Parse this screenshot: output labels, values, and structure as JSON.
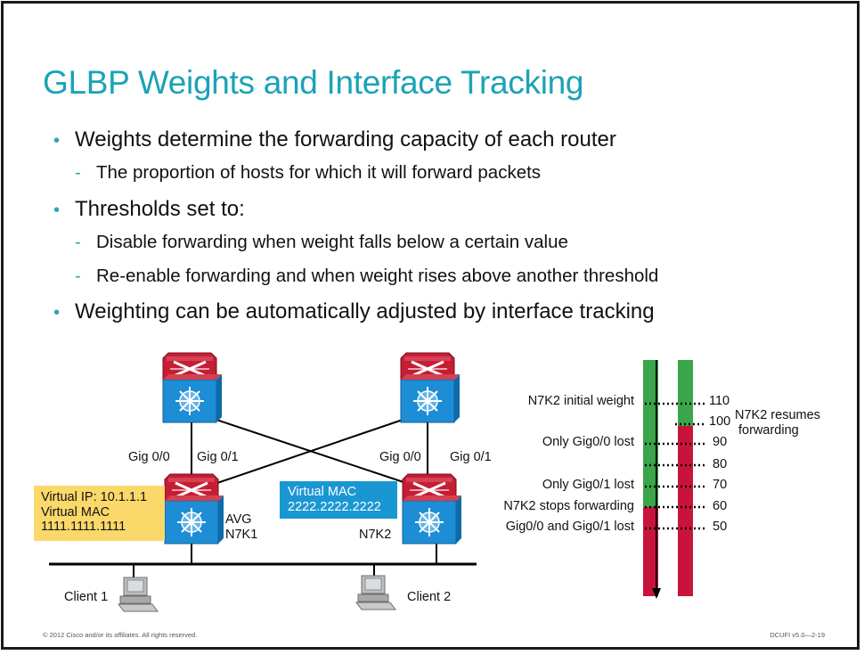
{
  "slide": {
    "title": "GLBP Weights and Interface Tracking",
    "bullets": [
      {
        "level": 1,
        "text": "Weights determine the forwarding capacity of each router"
      },
      {
        "level": 2,
        "text": "The proportion of hosts for which it will forward packets"
      },
      {
        "level": 1,
        "text": "Thresholds set to:"
      },
      {
        "level": 2,
        "text": "Disable forwarding when weight falls below a certain value"
      },
      {
        "level": 2,
        "text": "Re-enable forwarding and when weight rises above another threshold"
      },
      {
        "level": 1,
        "text": "Weighting can be automatically adjusted by interface tracking"
      }
    ],
    "footer_left": "© 2012 Cisco and/or its affiliates. All rights reserved.",
    "footer_right": "DCUFI v5.0—2-19"
  },
  "network": {
    "port_left_a": "Gig 0/0",
    "port_left_b": "Gig 0/1",
    "port_right_a": "Gig 0/0",
    "port_right_b": "Gig 0/1",
    "avg_box_lines": [
      "Virtual IP: 10.1.1.1",
      "Virtual MAC",
      "1111.1111.1111"
    ],
    "avg_role": "AVG",
    "router1_name": "N7K1",
    "router2_name": "N7K2",
    "vmac_box_lines": [
      "Virtual MAC",
      "2222.2222.2222"
    ],
    "client1": "Client 1",
    "client2": "Client 2"
  },
  "weight_scale": {
    "values": [
      "110",
      "100",
      "90",
      "80",
      "70",
      "60",
      "50"
    ],
    "events": [
      {
        "label": "N7K2 initial weight",
        "value": "110"
      },
      {
        "label": "Only Gig0/0 lost",
        "value": "90"
      },
      {
        "label": "Only Gig0/1 lost",
        "value": "70"
      },
      {
        "label": "N7K2 stops forwarding",
        "value": "60"
      },
      {
        "label": "Gig0/0 and Gig0/1 lost",
        "value": "50"
      }
    ],
    "resume_note_lines": [
      "N7K2 resumes",
      "forwarding"
    ],
    "colors": {
      "forwarding": "#3aa54a",
      "not_forwarding": "#c8143c"
    }
  }
}
